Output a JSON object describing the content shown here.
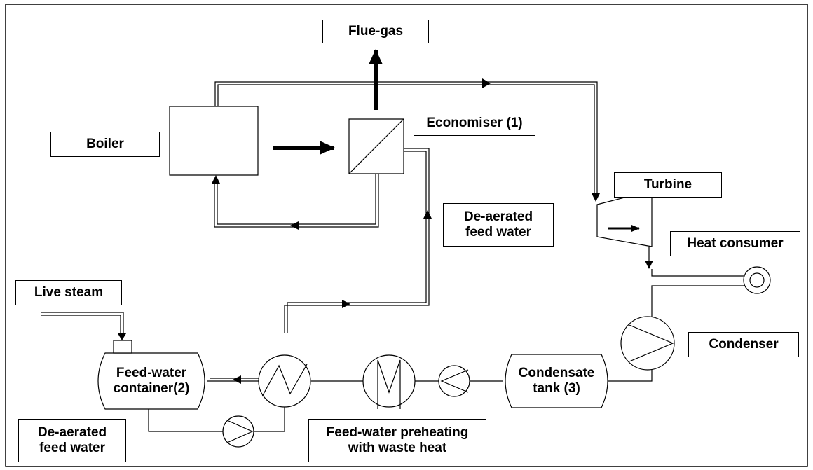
{
  "labels": {
    "flue_gas": "Flue-gas",
    "boiler": "Boiler",
    "economiser": "Economiser (1)",
    "turbine": "Turbine",
    "deaerated_upper": "De-aerated\nfeed water",
    "heat_consumer": "Heat consumer",
    "live_steam": "Live steam",
    "condenser": "Condenser",
    "feed_water_container": "Feed-water\ncontainer(2)",
    "condensate_tank": "Condensate\ntank (3)",
    "deaerated_lower": "De-aerated\nfeed water",
    "preheating": "Feed-water preheating\nwith waste heat"
  }
}
